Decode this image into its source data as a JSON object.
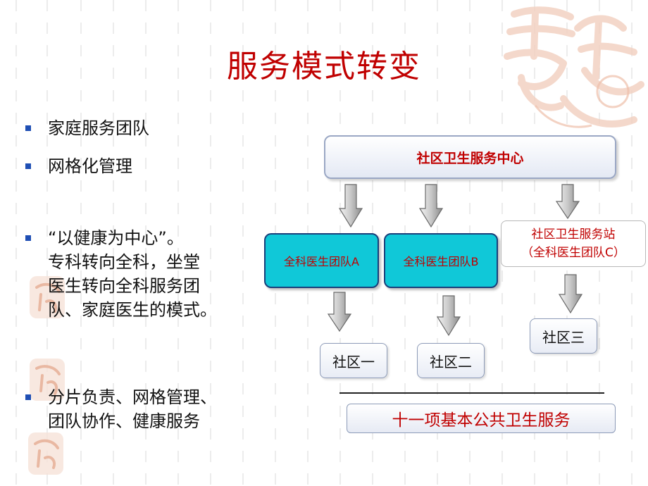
{
  "slide": {
    "title": "服务模式转变",
    "bullets": [
      {
        "lines": [
          "家庭服务团队"
        ]
      },
      {
        "lines": [
          "网格化管理"
        ]
      },
      {
        "lines": [
          "“以健康为中心”。",
          "专科转向全科，坐堂",
          "医生转向全科服务团",
          "队、家庭医生的模式。"
        ]
      },
      {
        "lines": [
          "分片负责、网格管理、",
          "团队协作、健康服务"
        ]
      }
    ],
    "bullet_color": "#1f4fb4",
    "accent_color": "#c00000"
  },
  "diagram": {
    "center": "社区卫生服务中心",
    "team_a": "全科医生团队A",
    "team_b": "全科医生团队B",
    "station_line1": "社区卫生服务站",
    "station_line2": "（全科医生团队C）",
    "community_1": "社区一",
    "community_2": "社区二",
    "community_3": "社区三",
    "services": "十一项基本公共卫生服务"
  }
}
